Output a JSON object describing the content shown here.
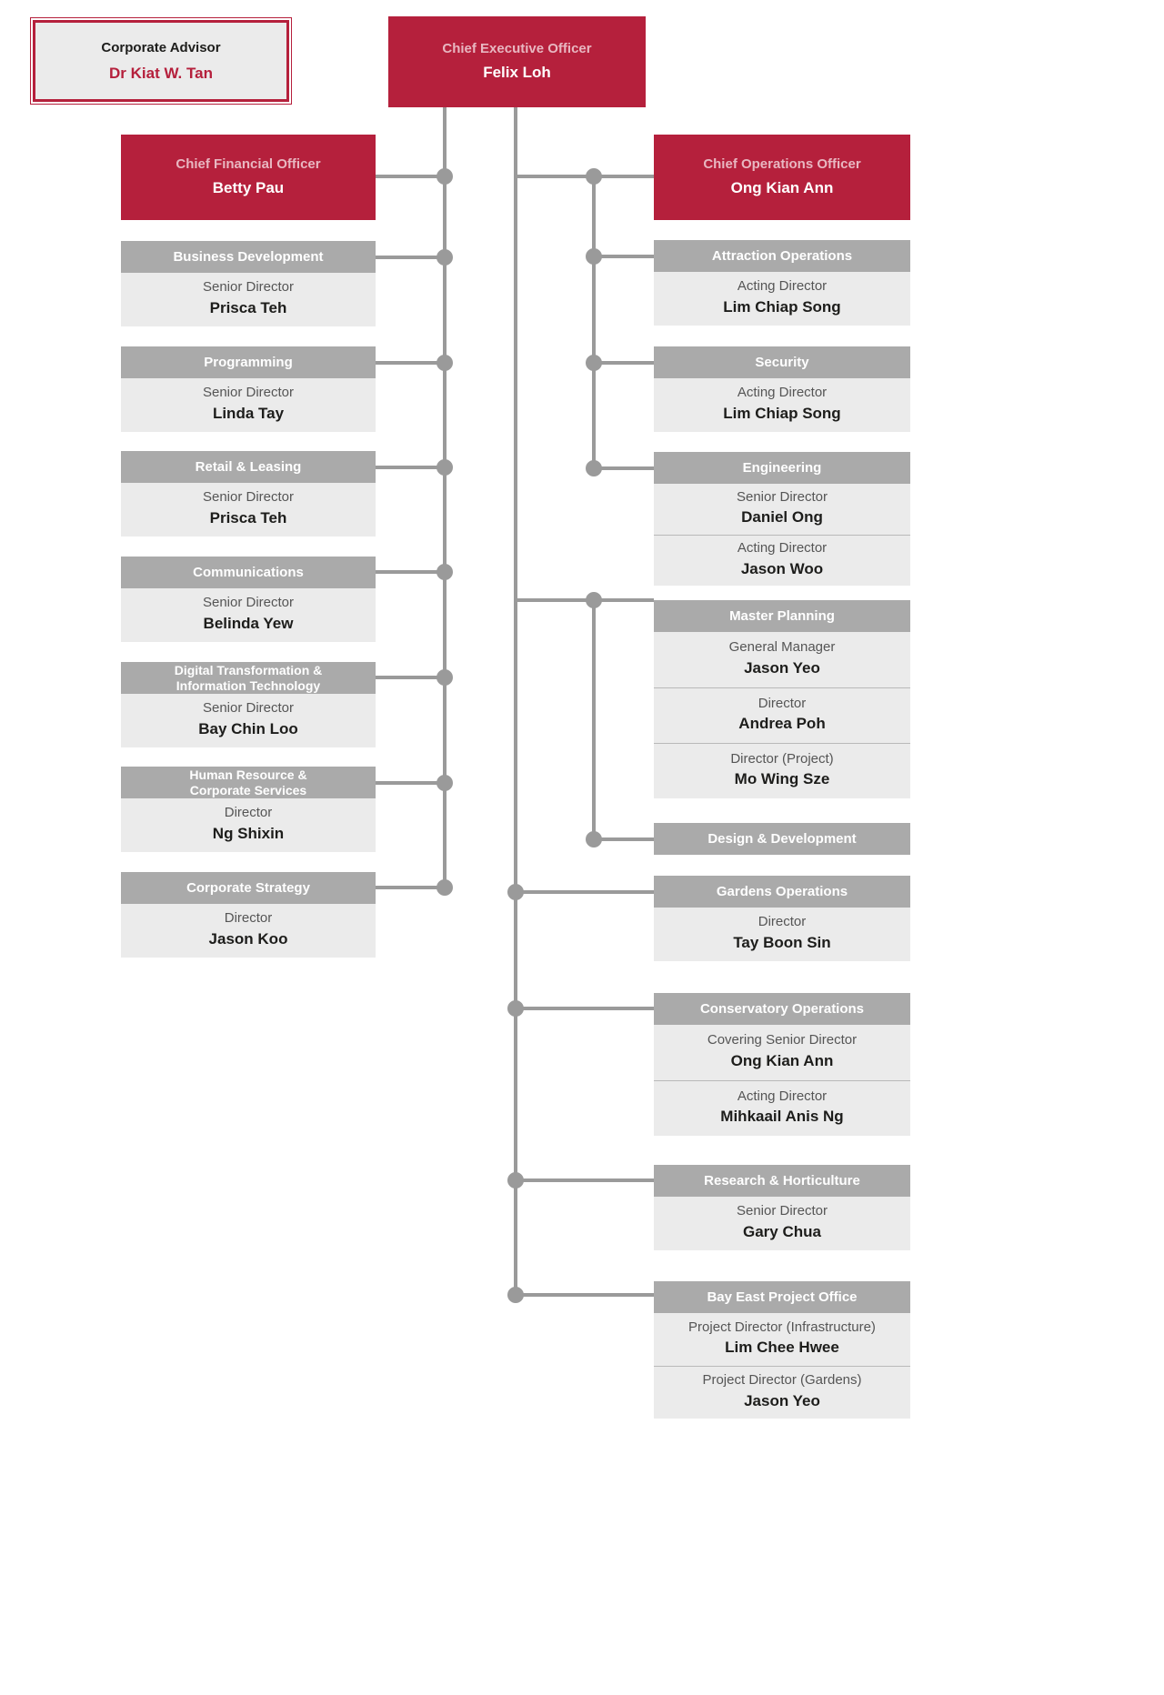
{
  "theme": {
    "accent_red": "#b5203c",
    "exec_title_color": "#e8b7c1",
    "unit_header_grey": "#aaaaaa",
    "unit_body_grey": "#ebebeb",
    "connector_grey": "#9a9a9a",
    "name_color": "#1d1d1b",
    "role_color": "#555555"
  },
  "advisor": {
    "title": "Corporate Advisor",
    "name": "Dr Kiat W. Tan"
  },
  "ceo": {
    "title": "Chief Executive Officer",
    "name": "Felix Loh"
  },
  "cfo": {
    "title": "Chief Financial Officer",
    "name": "Betty Pau"
  },
  "coo": {
    "title": "Chief Operations Officer",
    "name": "Ong Kian Ann"
  },
  "left_units": [
    {
      "name": "Business Development",
      "people": [
        {
          "role": "Senior Director",
          "name": "Prisca Teh"
        }
      ]
    },
    {
      "name": "Programming",
      "people": [
        {
          "role": "Senior Director",
          "name": "Linda Tay"
        }
      ]
    },
    {
      "name": "Retail & Leasing",
      "people": [
        {
          "role": "Senior Director",
          "name": "Prisca Teh"
        }
      ]
    },
    {
      "name": "Communications",
      "people": [
        {
          "role": "Senior Director",
          "name": "Belinda Yew"
        }
      ]
    },
    {
      "name": "Digital Transformation &\nInformation Technology",
      "people": [
        {
          "role": "Senior Director",
          "name": "Bay Chin Loo"
        }
      ]
    },
    {
      "name": "Human Resource &\nCorporate Services",
      "people": [
        {
          "role": "Director",
          "name": "Ng Shixin"
        }
      ]
    },
    {
      "name": "Corporate Strategy",
      "people": [
        {
          "role": "Director",
          "name": "Jason Koo"
        }
      ]
    }
  ],
  "right_units": [
    {
      "name": "Attraction Operations",
      "people": [
        {
          "role": "Acting Director",
          "name": "Lim Chiap Song"
        }
      ]
    },
    {
      "name": "Security",
      "people": [
        {
          "role": "Acting Director",
          "name": "Lim Chiap Song"
        }
      ]
    },
    {
      "name": "Engineering",
      "people": [
        {
          "role": "Senior Director",
          "name": "Daniel Ong"
        },
        {
          "role": "Acting Director",
          "name": "Jason Woo"
        }
      ]
    },
    {
      "name": "Master Planning",
      "people": [
        {
          "role": "General Manager",
          "name": "Jason Yeo"
        },
        {
          "role": "Director",
          "name": "Andrea Poh"
        },
        {
          "role": "Director (Project)",
          "name": "Mo Wing Sze"
        }
      ]
    },
    {
      "name": "Design & Development",
      "people": []
    },
    {
      "name": "Gardens Operations",
      "people": [
        {
          "role": "Director",
          "name": "Tay Boon Sin"
        }
      ]
    },
    {
      "name": "Conservatory Operations",
      "people": [
        {
          "role": "Covering Senior Director",
          "name": "Ong Kian Ann"
        },
        {
          "role": "Acting Director",
          "name": "Mihkaail Anis Ng"
        }
      ]
    },
    {
      "name": "Research & Horticulture",
      "people": [
        {
          "role": "Senior Director",
          "name": "Gary Chua"
        }
      ]
    },
    {
      "name": "Bay East Project Office",
      "people": [
        {
          "role": "Project Director (Infrastructure)",
          "name": "Lim Chee Hwee"
        },
        {
          "role": "Project Director (Gardens)",
          "name": "Jason Yeo"
        }
      ]
    }
  ]
}
